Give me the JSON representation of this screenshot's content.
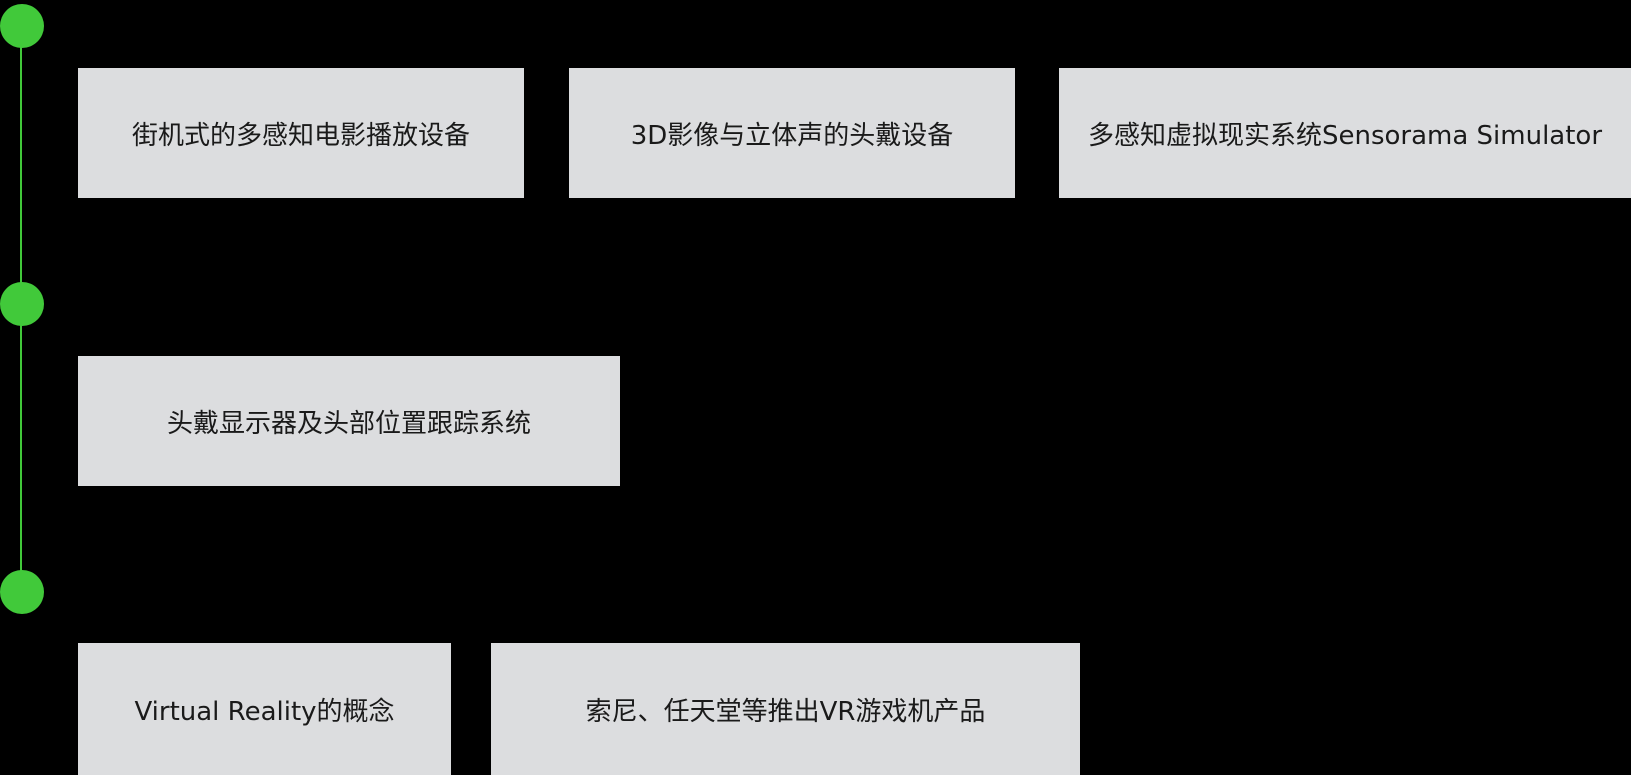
{
  "colors": {
    "background": "#000000",
    "timeline": "#41c93a",
    "box_fill": "#dcdddf",
    "box_text": "#1a1a1a"
  },
  "timeline": {
    "groups": [
      {
        "events": [
          {
            "label": "街机式的多感知电影播放设备"
          },
          {
            "label": "3D影像与立体声的头戴设备"
          },
          {
            "label": "多感知虚拟现实系统Sensorama Simulator"
          }
        ]
      },
      {
        "events": [
          {
            "label": "头戴显示器及头部位置跟踪系统"
          }
        ]
      },
      {
        "events": [
          {
            "label": "Virtual Reality的概念"
          },
          {
            "label": "索尼、任天堂等推出VR游戏机产品"
          }
        ]
      }
    ]
  }
}
